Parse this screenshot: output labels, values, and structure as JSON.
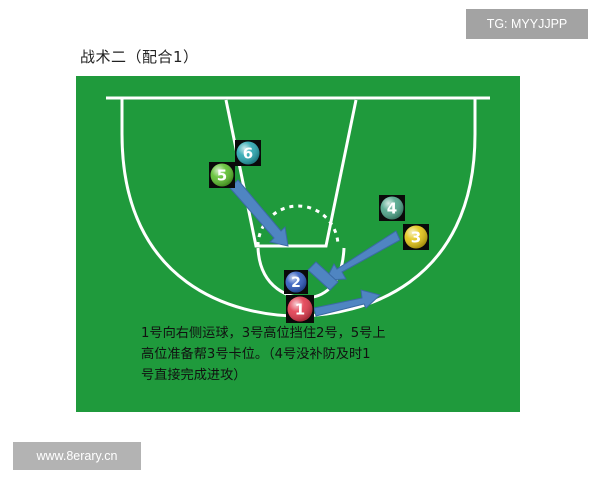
{
  "title": "战术二（配合1）",
  "watermark_top": "TG: MYYJJPP",
  "watermark_bottom": "www.8erary.cn",
  "colors": {
    "court_green": "#1f9a3c",
    "court_lines": "#ffffff",
    "arrow_fill": "#4f85c2",
    "arrow_stroke": "#3a6aa4"
  },
  "players": [
    {
      "number": "1",
      "color": "#e23a4e",
      "icon": "red-ball-player-icon"
    },
    {
      "number": "2",
      "color": "#2f5bbf",
      "icon": "blue-ball-player-icon"
    },
    {
      "number": "3",
      "color": "#e3c414",
      "icon": "yellow-ball-player-icon"
    },
    {
      "number": "4",
      "color": "#4fa58a",
      "icon": "teal-ball-player-icon"
    },
    {
      "number": "5",
      "color": "#5cbf2e",
      "icon": "green-ball-player-icon"
    },
    {
      "number": "6",
      "color": "#29a6b0",
      "icon": "cyan-ball-player-icon"
    }
  ],
  "caption_lines": [
    "1号向右侧运球，3号高位挡住2号，5号上",
    "高位准备帮3号卡位。（4号没补防及时1",
    "号直接完成进攻）"
  ]
}
